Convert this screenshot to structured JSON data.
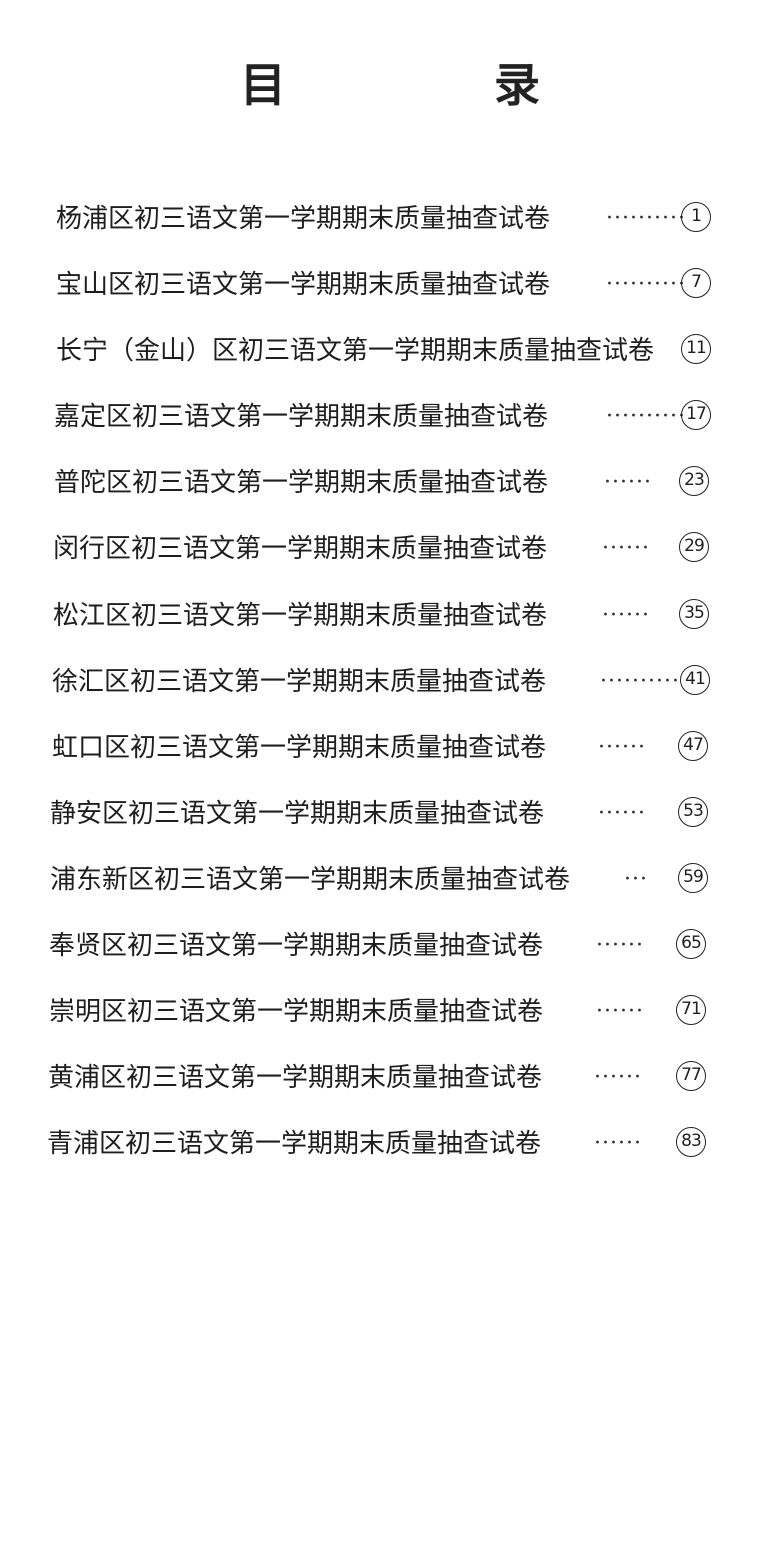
{
  "title": "目 录",
  "entries": [
    {
      "title": "杨浦区初三语文第一学期期末质量抽查试卷",
      "leader": "··········",
      "page": "1"
    },
    {
      "title": "宝山区初三语文第一学期期末质量抽查试卷",
      "leader": "··········",
      "page": "7"
    },
    {
      "title": "长宁（金山）区初三语文第一学期期末质量抽查试卷",
      "leader": "",
      "page": "11"
    },
    {
      "title": "嘉定区初三语文第一学期期末质量抽查试卷",
      "leader": "··········",
      "page": "17"
    },
    {
      "title": "普陀区初三语文第一学期期末质量抽查试卷",
      "leader": "······",
      "page": "23"
    },
    {
      "title": "闵行区初三语文第一学期期末质量抽查试卷",
      "leader": "······",
      "page": "29"
    },
    {
      "title": "松江区初三语文第一学期期末质量抽查试卷",
      "leader": "······",
      "page": "35"
    },
    {
      "title": "徐汇区初三语文第一学期期末质量抽查试卷",
      "leader": "··········",
      "page": "41"
    },
    {
      "title": "虹口区初三语文第一学期期末质量抽查试卷",
      "leader": "······",
      "page": "47"
    },
    {
      "title": "静安区初三语文第一学期期末质量抽查试卷",
      "leader": "······",
      "page": "53"
    },
    {
      "title": "浦东新区初三语文第一学期期末质量抽查试卷",
      "leader": "···",
      "page": "59"
    },
    {
      "title": "奉贤区初三语文第一学期期末质量抽查试卷",
      "leader": "······",
      "page": "65"
    },
    {
      "title": "崇明区初三语文第一学期期末质量抽查试卷",
      "leader": "······",
      "page": "71"
    },
    {
      "title": "黄浦区初三语文第一学期期末质量抽查试卷",
      "leader": "······",
      "page": "77"
    },
    {
      "title": "青浦区初三语文第一学期期末质量抽查试卷",
      "leader": "······",
      "page": "83"
    }
  ]
}
